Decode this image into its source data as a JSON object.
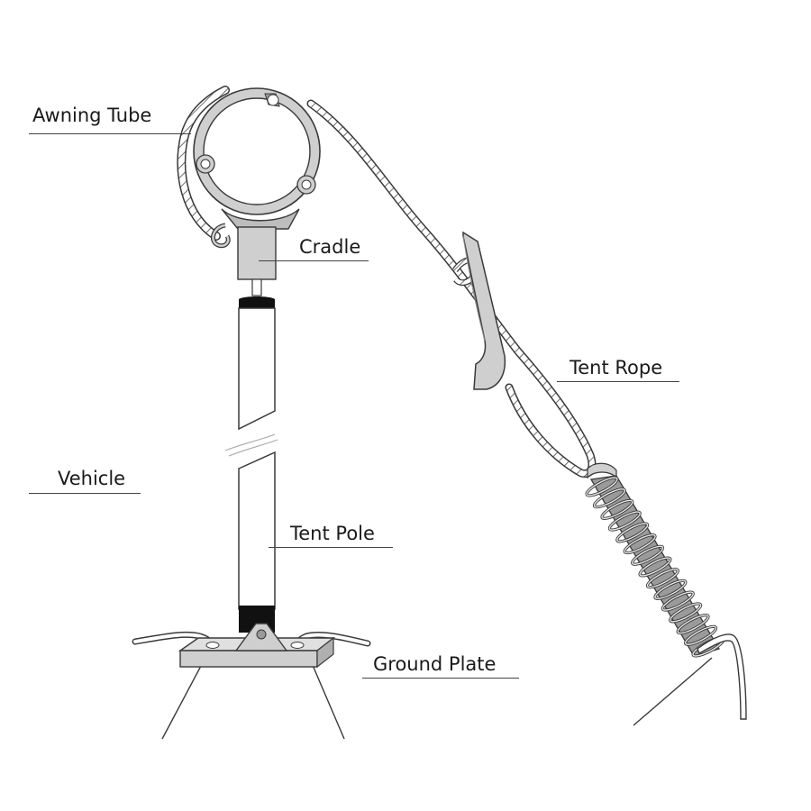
{
  "diagram": {
    "labels": {
      "awning_tube": "Awning Tube",
      "cradle": "Cradle",
      "tent_rope": "Tent Rope",
      "vehicle": "Vehicle",
      "tent_pole": "Tent Pole",
      "ground_plate": "Ground Plate"
    },
    "colors": {
      "metal_fill": "#cfcfcf",
      "metal_dark": "#9a9a9a",
      "outline": "#3a3a3a",
      "pole_cap": "#111111",
      "rope_fill": "#ffffff",
      "line": "#444444"
    }
  }
}
